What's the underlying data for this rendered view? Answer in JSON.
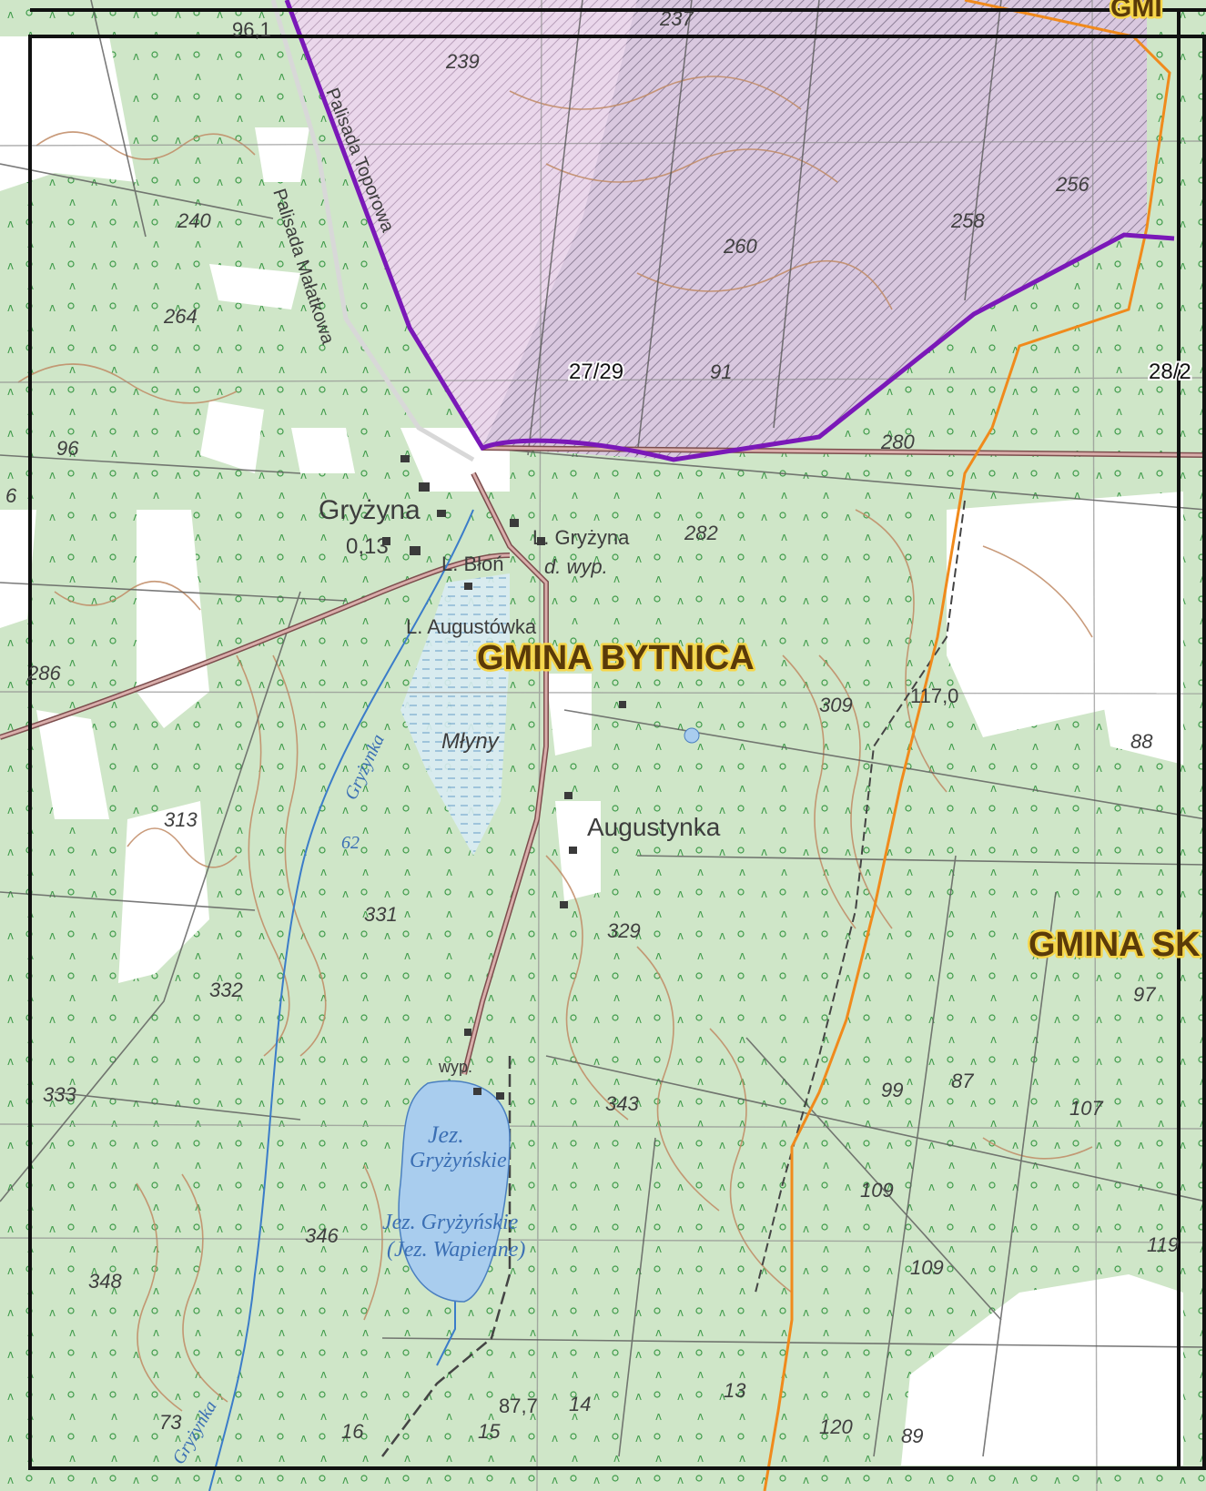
{
  "map": {
    "places": {
      "gryzyna": "Gryżyna",
      "gryzyna_value": "0,13",
      "l_gryzyna": "L. Gryżyna",
      "d_wyp": "d. wyp.",
      "l_blon": "L. Błoń",
      "l_augustowka": "L. Augustówka",
      "mlyny": "Młyny",
      "augustynka": "Augustynka",
      "wyp": "wyp."
    },
    "admin": {
      "gmina_bytnica": "GMINA BYTNICA",
      "gmina_sk": "GMINA SK",
      "gmina_top": "GMI"
    },
    "sheets": {
      "s1": "27/29",
      "s2": "28/2"
    },
    "roads": {
      "palisada_malatkowa": "Palisada Małatkowa",
      "palisada_toporowa": "Palisada Toporowa"
    },
    "water": {
      "gryzynka_1": "Gryżynka",
      "gryzynka_2": "Gryżynka",
      "jez_gryzynskie_1": "Jez.",
      "jez_gryzynskie_2": "Gryżyńskie",
      "jez_gryzynskie_3": "Jez. Gryżyńskie",
      "jez_wapienne": "(Jez. Wapienne)"
    },
    "elevations": {
      "e96_1": "96,1",
      "e117": "117,0",
      "e87_7": "87,7",
      "e62": "62"
    },
    "compartments": {
      "c237": "237",
      "c239": "239",
      "c240": "240",
      "c264": "264",
      "c96": "96",
      "c256": "256",
      "c258": "258",
      "c260": "260",
      "c91": "91",
      "c280": "280",
      "c282": "282",
      "c286": "286",
      "c309": "309",
      "c88": "88",
      "c313": "313",
      "c331": "331",
      "c329": "329",
      "c332": "332",
      "c97": "97",
      "c333": "333",
      "c343": "343",
      "c99": "99",
      "c87": "87",
      "c107": "107",
      "c109a": "109",
      "c109b": "109",
      "c346": "346",
      "c348": "348",
      "c119": "119",
      "c73": "73",
      "c16": "16",
      "c15": "15",
      "c14": "14",
      "c13": "13",
      "c120": "120",
      "c89": "89",
      "c6": "6"
    },
    "colors": {
      "forest": "#cfe6c8",
      "open": "#ffffff",
      "reserve": "#e8d4ee",
      "boundary": "#7a18b8",
      "gmina_line": "#f08a1c",
      "water": "#a9cdee",
      "contour": "#c08a64",
      "road": "#c89a96"
    }
  }
}
